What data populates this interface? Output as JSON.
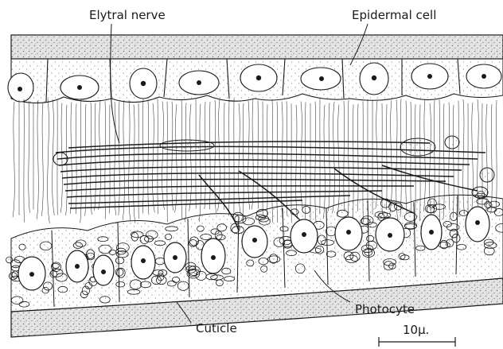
{
  "labels": {
    "elytral_nerve": "Elytral nerve",
    "epidermal_cell": "Epidermal cell",
    "photocyte": "Photocyte",
    "cuticle": "Cuticle",
    "scale_bar": "10µ."
  },
  "colors": {
    "ink": "#1a1a1a",
    "background": "#ffffff",
    "stipple": "#9a9a9a"
  }
}
